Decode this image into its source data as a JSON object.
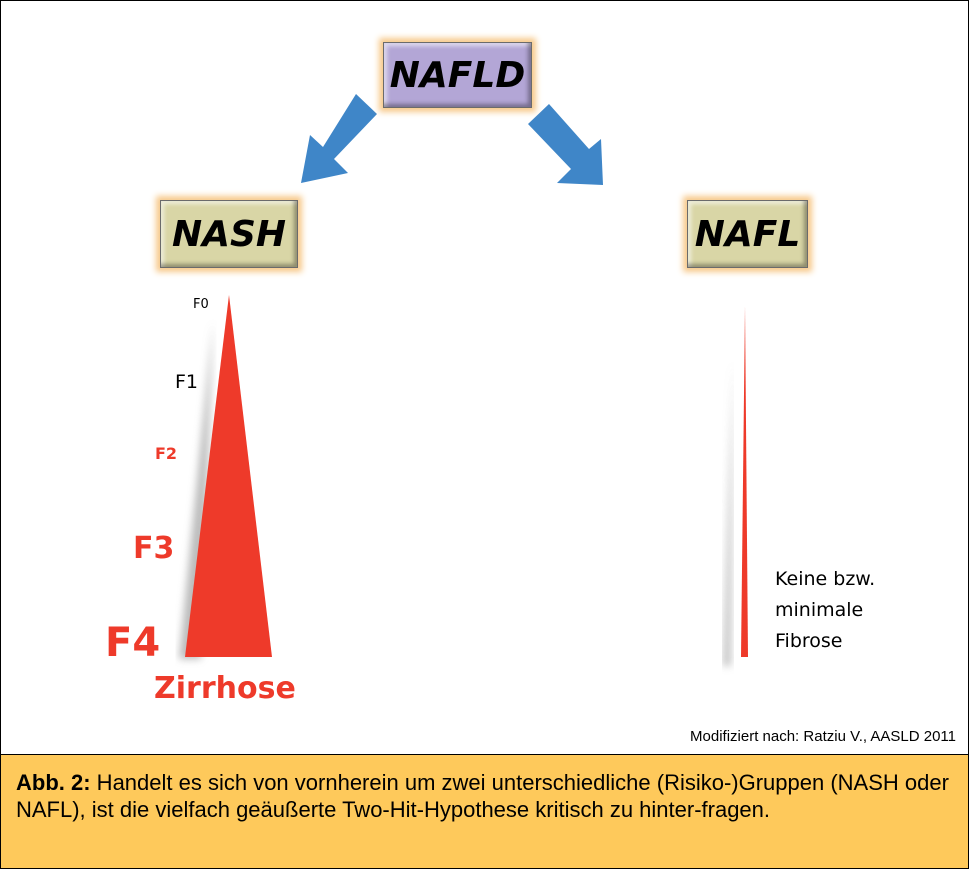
{
  "top_box": "NAFLD",
  "left_box": "NASH",
  "right_box": "NAFL",
  "fibrosis_labels": {
    "f0": "F0",
    "f1": "F1",
    "f2": "F2",
    "f3": "F3",
    "f4": "F4",
    "cirrhosis": "Zirrhose"
  },
  "nafl_note": [
    "Keine bzw.",
    "minimale",
    "Fibrose"
  ],
  "source": "Modifiziert nach: Ratziu V., AASLD 2011",
  "caption": {
    "label": "Abb. 2:",
    "text": " Handelt es sich von vornherein um zwei unterschiedliche (Risiko-)Gruppen (NASH oder NAFL), ist die vielfach geäußerte Two-Hit-Hypothese kritisch zu hinter-fragen."
  },
  "colors": {
    "arrow": "#3f86c8",
    "triangle": "#ee3a2a",
    "caption_bg": "#fec95b",
    "nafld_box": "#b3a6d6",
    "nash_box": "#d9d6a6"
  }
}
